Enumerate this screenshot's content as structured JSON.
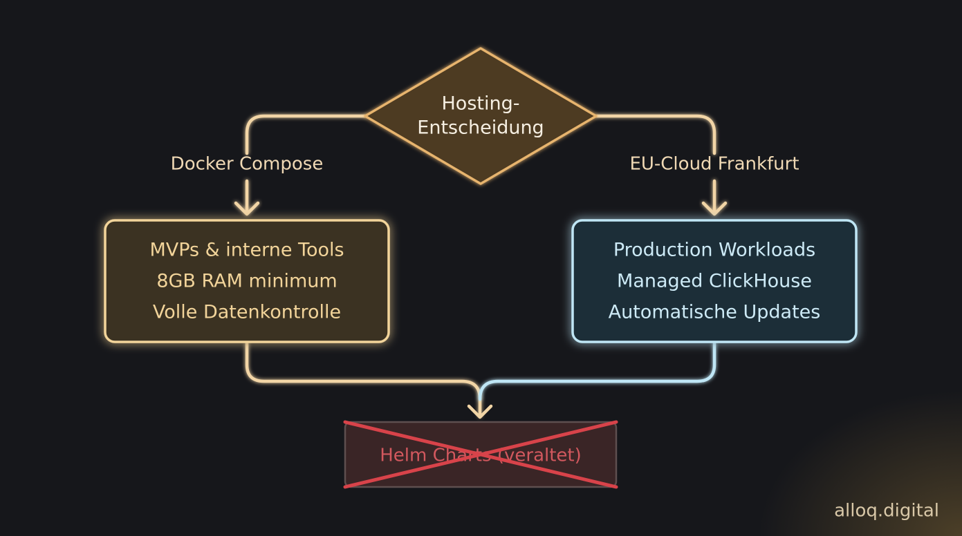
{
  "decision": {
    "lines": [
      "Hosting-",
      "Entscheidung"
    ]
  },
  "branches": {
    "left_label": "Docker Compose",
    "right_label": "EU-Cloud Frankfurt"
  },
  "docker_box": {
    "lines": [
      "MVPs & interne Tools",
      "8GB RAM minimum",
      "Volle Datenkontrolle"
    ]
  },
  "cloud_box": {
    "lines": [
      "Production Workloads",
      "Managed ClickHouse",
      "Automatische Updates"
    ]
  },
  "deprecated": {
    "label": "Helm Charts (veraltet)"
  },
  "brand": {
    "name": "alloq.digital"
  },
  "colors": {
    "warm_accent": "#f2d49a",
    "cool_accent": "#bfe6f5",
    "deprecated_red": "#d8434a",
    "background": "#16171b"
  }
}
